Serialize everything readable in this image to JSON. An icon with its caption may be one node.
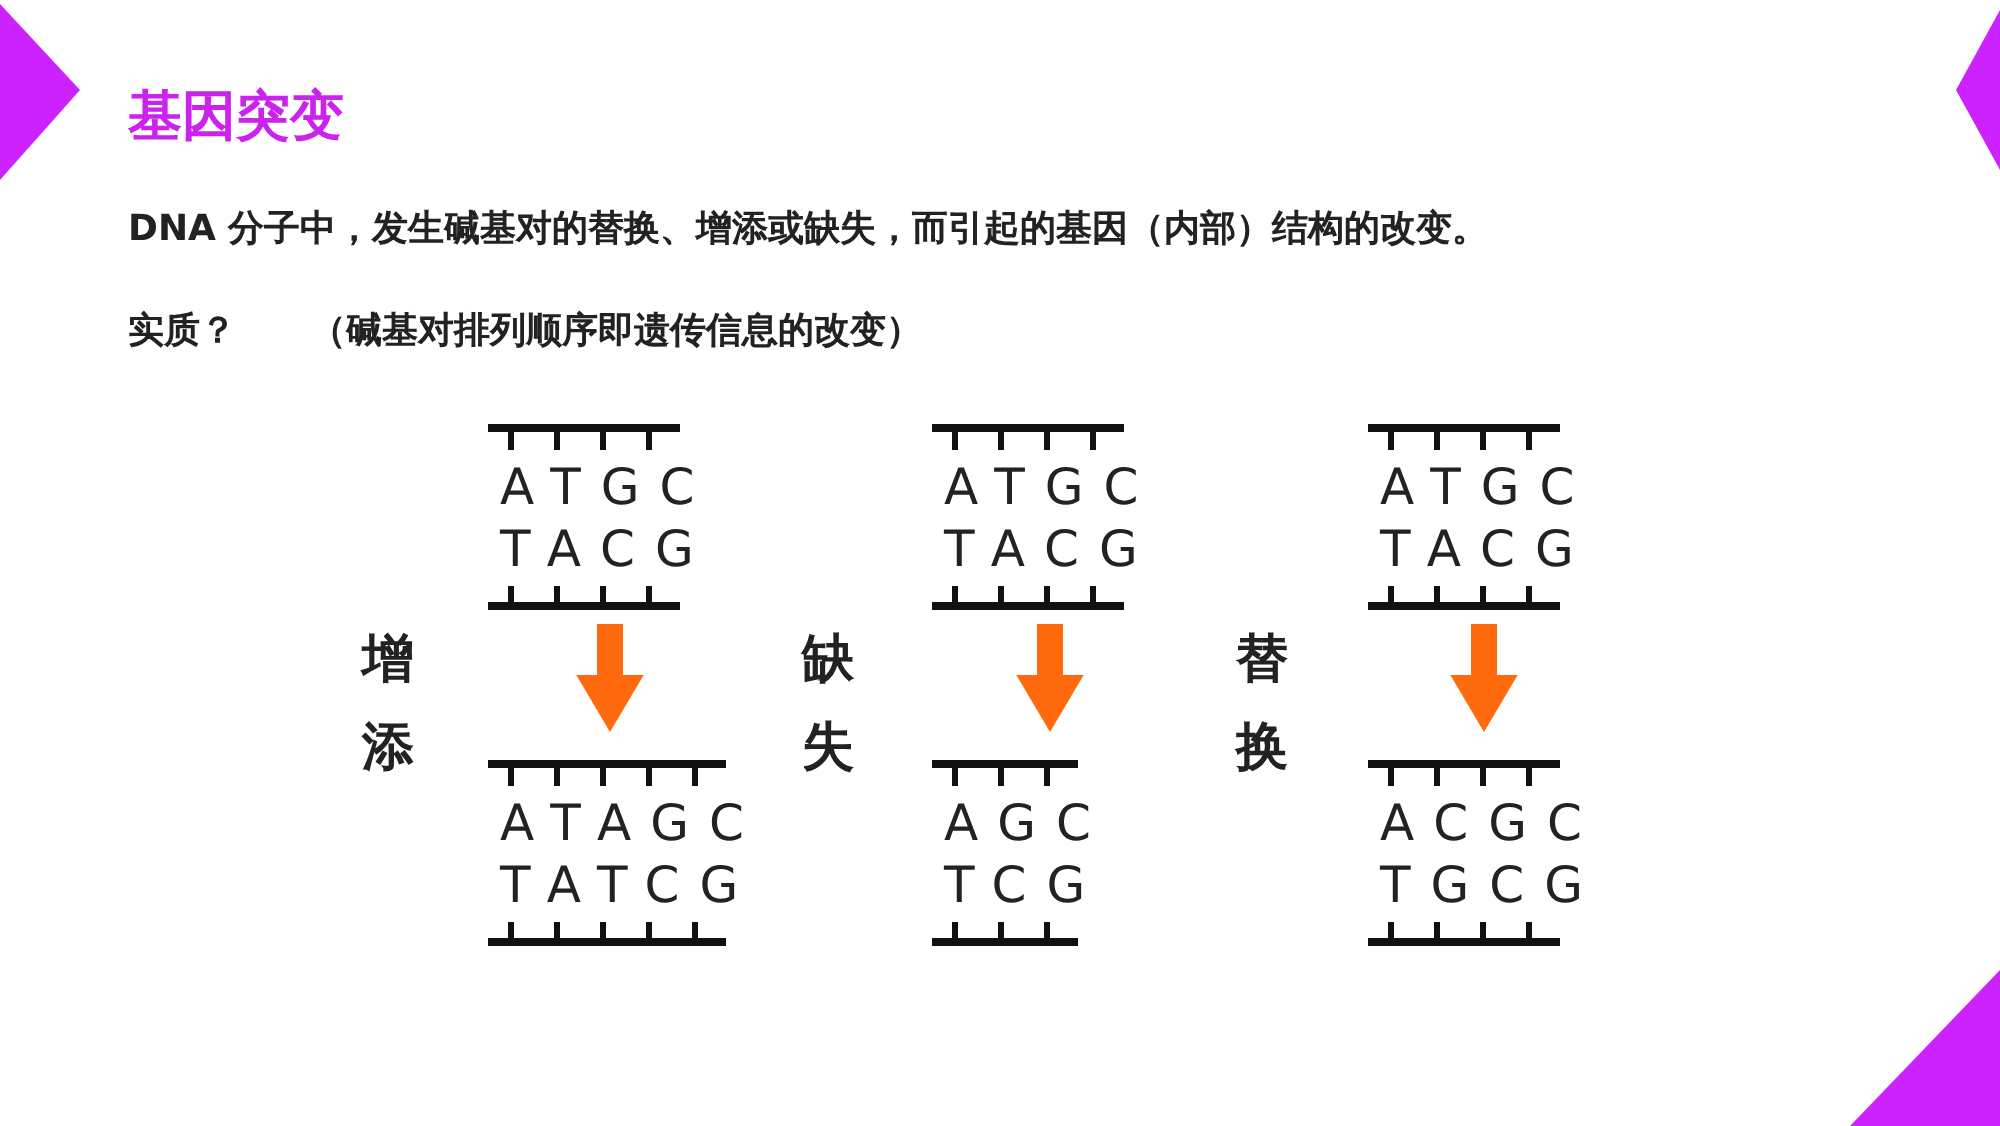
{
  "diagram": {
    "title": "基因突变",
    "nodes": [
      {
        "text": [
          "ATGC",
          "TACG"
        ]
      },
      {
        "text": [
          "ATAGC",
          "TATCG"
        ]
      },
      {
        "text": [
          "ATGC",
          "TACG"
        ]
      },
      {
        "text": [
          "AGC",
          "TCG"
        ]
      },
      {
        "text": [
          "ATGC",
          "TACG"
        ]
      },
      {
        "text": [
          "ACGC",
          "TGCG"
        ]
      }
    ],
    "edges": [
      {
        "from": 0,
        "to": 1,
        "arrow": "to",
        "label": "增添"
      },
      {
        "from": 2,
        "to": 3,
        "arrow": "to",
        "label": "缺失"
      },
      {
        "from": 4,
        "to": 5,
        "arrow": "to",
        "label": "替换"
      }
    ],
    "labels": [
      "DNA 分子中，发生碱基对的替换、增添或缺失，而引起的基因（内部）结构的改变。",
      "实质？",
      "（碱基对排列顺序即遗传信息的改变）"
    ]
  }
}
